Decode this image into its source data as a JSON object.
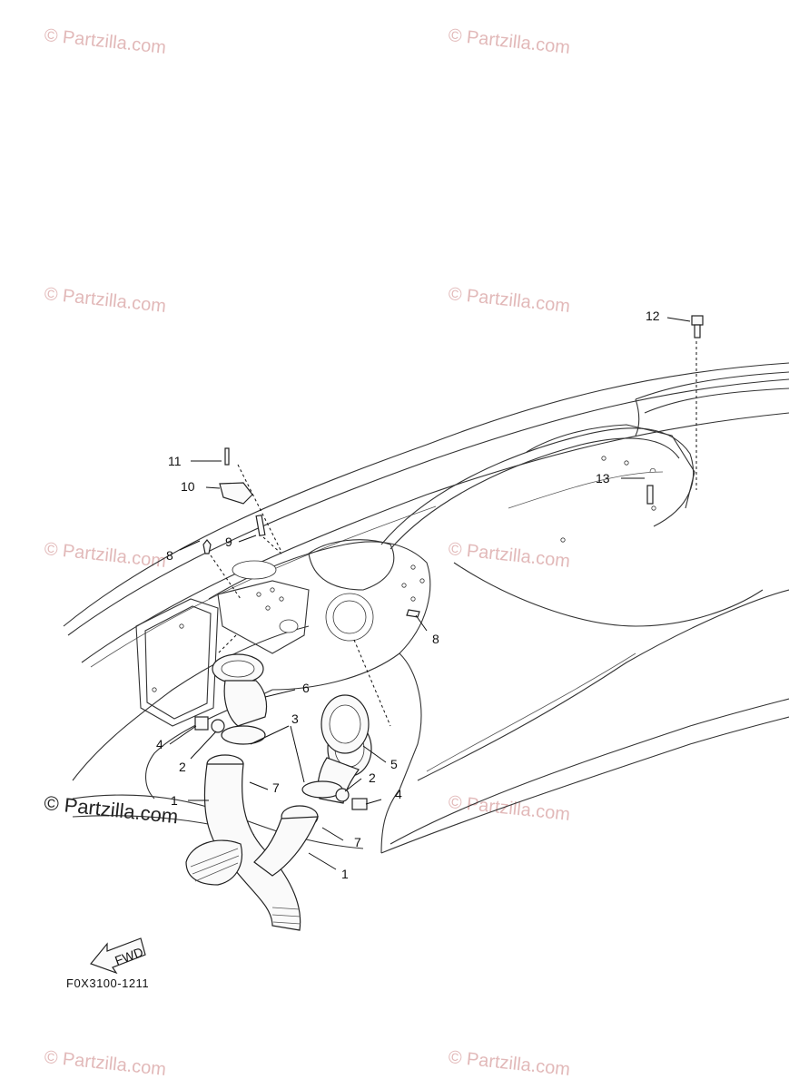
{
  "watermark": {
    "text": "© Partzilla.com"
  },
  "diagram_code": "F0X3100-1211",
  "fwd_label": "FWD",
  "callouts": [
    "1",
    "1",
    "2",
    "2",
    "3",
    "4",
    "4",
    "5",
    "6",
    "7",
    "7",
    "8",
    "8",
    "9",
    "10",
    "11",
    "12",
    "13"
  ]
}
